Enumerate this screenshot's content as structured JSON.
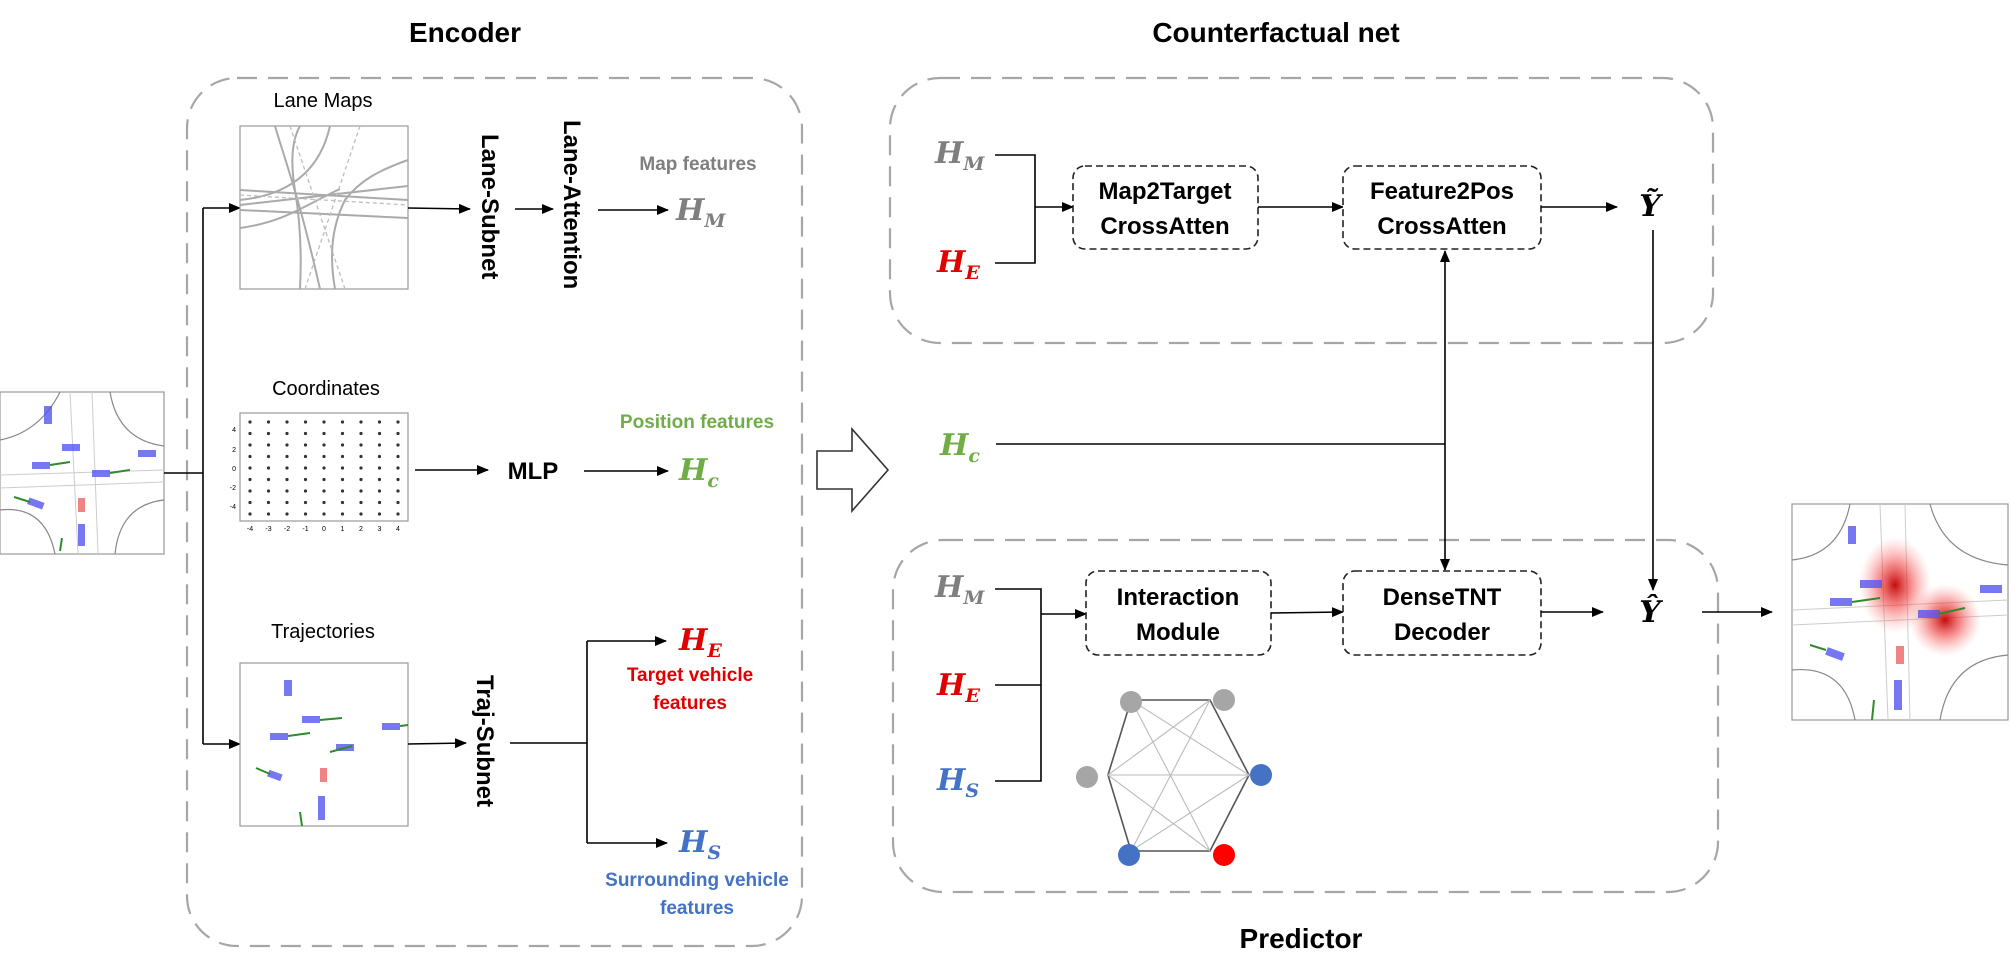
{
  "colors": {
    "map_gray": "#7f7f7f",
    "position_green": "#70ad47",
    "target_red": "#e00000",
    "surround_blue": "#4472c4",
    "dashed_border": "#a6a6a6",
    "vehicle_blue": "#5555ee",
    "vehicle_red": "#ee7777",
    "heading_green": "#2e8b2e"
  },
  "titles": {
    "encoder": "Encoder",
    "counterfactual": "Counterfactual net",
    "predictor": "Predictor"
  },
  "encoder": {
    "lane_maps_caption": "Lane Maps",
    "coordinates_caption": "Coordinates",
    "trajectories_caption": "Trajectories",
    "lane_subnet": "Lane-Subnet",
    "lane_attention": "Lane-Attention",
    "mlp": "MLP",
    "traj_subnet": "Traj-Subnet",
    "map_features": "Map features",
    "position_features": "Position features",
    "target_features_1": "Target vehicle",
    "target_features_2": "features",
    "surround_features_1": "Surrounding vehicle",
    "surround_features_2": "features",
    "grid_axis_ticks": [
      "-4",
      "-3",
      "-2",
      "-1",
      "0",
      "1",
      "2",
      "3",
      "4"
    ],
    "grid_y_ticks": [
      "4",
      "2",
      "0",
      "-2",
      "-4"
    ]
  },
  "symbols": {
    "H": "H",
    "M": "M",
    "E": "E",
    "c": "c",
    "S": "S",
    "y_tilde": "Ỹ",
    "y_hat": "Ŷ"
  },
  "counterfactual": {
    "map2target_1": "Map2Target",
    "map2target_2": "CrossAtten",
    "feature2pos_1": "Feature2Pos",
    "feature2pos_2": "CrossAtten"
  },
  "predictor": {
    "interaction_1": "Interaction",
    "interaction_2": "Module",
    "densetnt_1": "DenseTNT",
    "densetnt_2": "Decoder",
    "graph_nodes": [
      "gray",
      "gray",
      "blue",
      "red",
      "blue",
      "gray"
    ]
  }
}
